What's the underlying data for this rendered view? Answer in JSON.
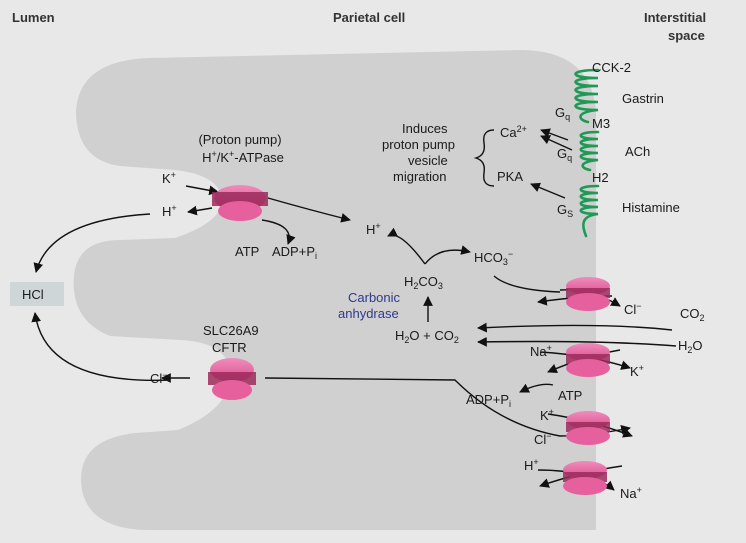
{
  "headers": {
    "lumen": "Lumen",
    "cell": "Parietal cell",
    "interstitial_1": "Interstitial",
    "interstitial_2": "space"
  },
  "proton_pump": {
    "line1": "(Proton pump)",
    "line2_a": "H",
    "line2_sup1": "+",
    "line2_b": "/K",
    "line2_sup2": "+",
    "line2_c": "-ATPase"
  },
  "pump_ions": {
    "k": "K",
    "k_sup": "+",
    "h": "H",
    "h_sup": "+"
  },
  "atp1": {
    "atp": "ATP",
    "adp": "ADP+P",
    "adp_sub": "i"
  },
  "hcl": "HCl",
  "slc": {
    "line1": "SLC26A9",
    "line2": "CFTR"
  },
  "cl_lumen": {
    "base": "Cl",
    "sup": "−"
  },
  "h_cell": {
    "base": "H",
    "sup": "+"
  },
  "h2co3": {
    "a": "H",
    "sub1": "2",
    "b": "CO",
    "sub2": "3"
  },
  "hco3": {
    "a": "HCO",
    "sub": "3",
    "sup": "−"
  },
  "carbonic": {
    "line1": "Carbonic",
    "line2": "anhydrase"
  },
  "h2o_co2": {
    "a": "H",
    "sub1": "2",
    "b": "O + CO",
    "sub2": "2"
  },
  "co2_out": {
    "a": "CO",
    "sub": "2"
  },
  "h2o_out": {
    "a": "H",
    "sub": "2",
    "b": "O"
  },
  "cl_ex": {
    "base": "Cl",
    "sup": "−"
  },
  "na_k": {
    "na": "Na",
    "na_sup": "+",
    "k": "K",
    "k_sup": "+"
  },
  "atp2": {
    "atp": "ATP",
    "adp": "ADP+P",
    "adp_sub": "i"
  },
  "kcl": {
    "k": "K",
    "k_sup": "+",
    "cl": "Cl",
    "cl_sup": "−"
  },
  "h_na": {
    "h": "H",
    "h_sup": "+",
    "na": "Na",
    "na_sup": "+"
  },
  "induces": {
    "line1": "Induces",
    "line2": "proton pump",
    "line3": "vesicle",
    "line4": "migration"
  },
  "signals": {
    "ca": "Ca",
    "ca_sup": "2+",
    "pka": "PKA"
  },
  "g_proteins": {
    "gq1": "G",
    "gq1_sub": "q",
    "gq2": "G",
    "gq2_sub": "q",
    "gs": "G",
    "gs_sub": "S"
  },
  "receptors": {
    "cck2": "CCK-2",
    "gastrin": "Gastrin",
    "m3": "M3",
    "ach": "ACh",
    "h2": "H2",
    "histamine": "Histamine"
  },
  "colors": {
    "cell": "#d0d0d0",
    "background": "#e8e8e8",
    "transporter": "#e5609d",
    "transporter_core": "#9c2a5c",
    "receptor": "#1f9a56",
    "text_blue": "#2e3a8c"
  }
}
